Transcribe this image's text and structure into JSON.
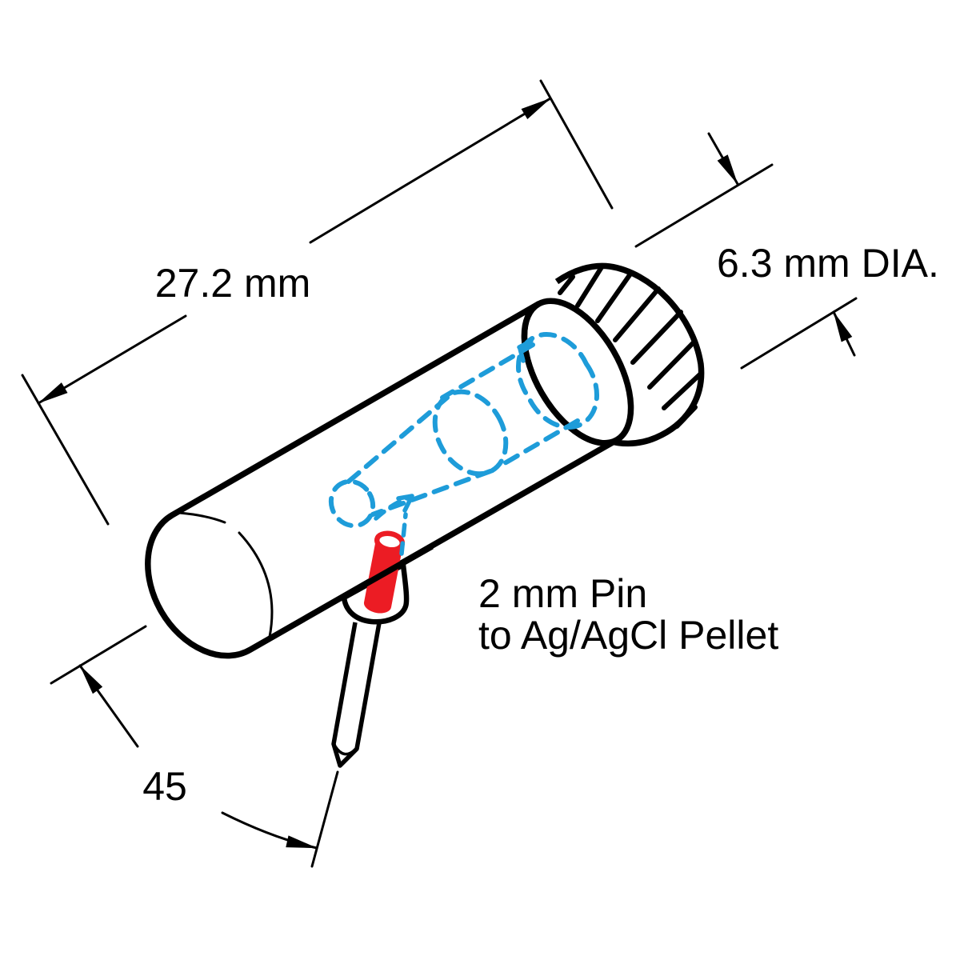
{
  "diagram": {
    "labels": {
      "length_dimension": "27.2 mm",
      "diameter_dimension": "6.3 mm DIA.",
      "pin_note_line1": "2 mm Pin",
      "pin_note_line2": "to Ag/AgCl Pellet",
      "angle_dimension": "45"
    },
    "colors": {
      "outline": "#000000",
      "hidden_line_blue": "#1E9CD9",
      "pin_red": "#EC1C24",
      "background": "#FFFFFF"
    }
  }
}
